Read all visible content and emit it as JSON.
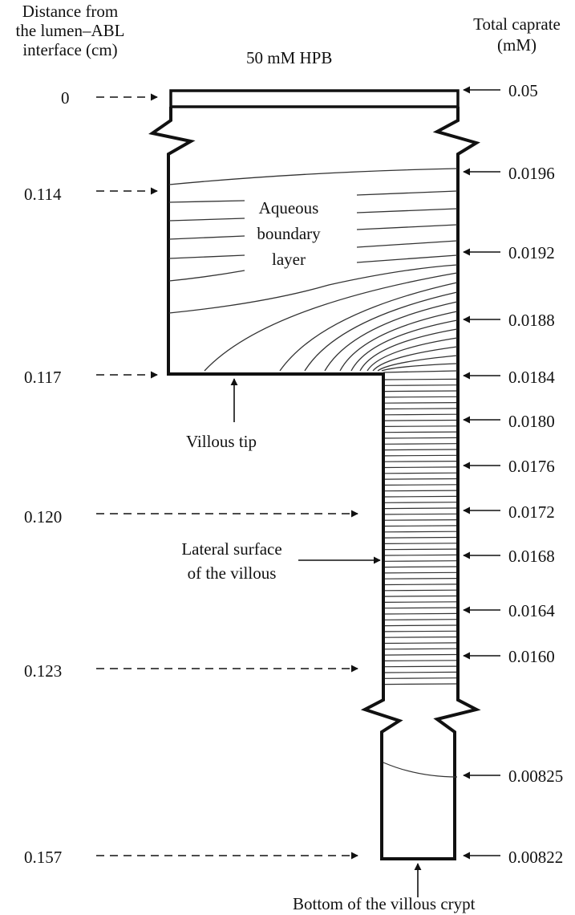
{
  "header": {
    "left_label": [
      "Distance from",
      "the lumen–ABL",
      "interface (cm)"
    ],
    "center_label": "50 mM HPB",
    "right_label": [
      "Total caprate",
      "(mM)"
    ]
  },
  "distance_labels": [
    "0",
    "0.114",
    "0.117",
    "0.120",
    "0.123",
    "0.157"
  ],
  "caprate_labels": [
    "0.05",
    "0.0196",
    "0.0192",
    "0.0188",
    "0.0184",
    "0.0180",
    "0.0176",
    "0.0172",
    "0.0168",
    "0.0164",
    "0.0160",
    "0.00825",
    "0.00822"
  ],
  "annotations": {
    "abl": [
      "Aqueous",
      "boundary",
      "layer"
    ],
    "villous_tip": "Villous tip",
    "lateral_surface": [
      "Lateral surface",
      "of the villous"
    ],
    "crypt_bottom": "Bottom of the villous crypt"
  },
  "colors": {
    "outline": "#111111",
    "contour": "#333333"
  }
}
